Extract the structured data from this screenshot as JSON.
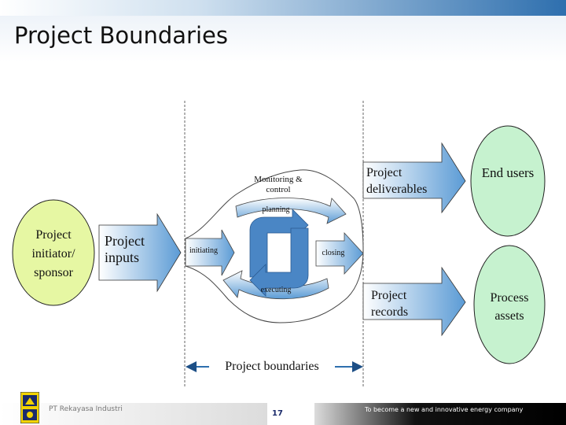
{
  "title": "Project Boundaries",
  "diagram": {
    "initiator": "Project initiator/ sponsor",
    "inputs": "Project inputs",
    "monitoring": "Monitoring & control",
    "planning": "planning",
    "initiating": "initiating",
    "closing": "closing",
    "executing": "executing",
    "deliverables": "Project deliverables",
    "records": "Project records",
    "end_users": "End users",
    "process_assets": "Process assets",
    "boundaries": "Project boundaries"
  },
  "footer": {
    "company": "PT Rekayasa Industri",
    "page": "17",
    "tagline": "To become a new and innovative energy company"
  },
  "colors": {
    "topbar": "#2e6fae",
    "ellipse_yellow": "#e6f7a3",
    "ellipse_green": "#c6f2cf",
    "arrow_blue": "#5b9bd5",
    "cycle_blue": "#4a86c5"
  }
}
